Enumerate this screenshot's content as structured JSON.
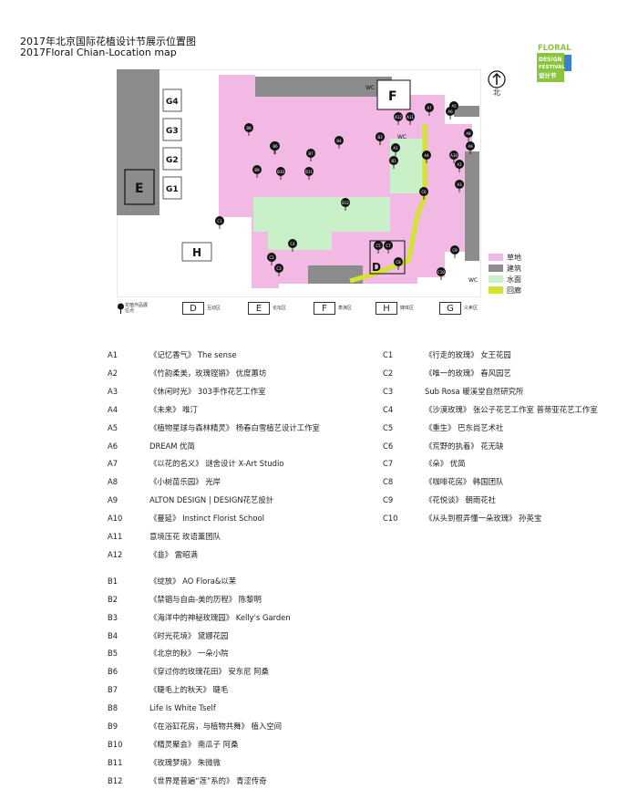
{
  "header": {
    "title_cn": "2017年北京国际花植设计节展示位置图",
    "title_en": "2017Floral Chian-Location map"
  },
  "logo": {
    "lines": [
      "FLORAL",
      "DESIGN",
      "FESTIVAL",
      "设计节"
    ],
    "color": "#8bc53f"
  },
  "north_label": "北",
  "map": {
    "zones": [
      {
        "code": "G4"
      },
      {
        "code": "G3"
      },
      {
        "code": "G2"
      },
      {
        "code": "G1"
      },
      {
        "code": "E"
      },
      {
        "code": "F"
      },
      {
        "code": "H"
      },
      {
        "code": "D"
      },
      {
        "code": "WC"
      },
      {
        "code": "WC"
      },
      {
        "code": "WC"
      }
    ],
    "pins": [
      "A1",
      "A2",
      "A3",
      "A4",
      "A5",
      "A6",
      "A7",
      "A8",
      "A9",
      "A10",
      "A11",
      "A12",
      "B1",
      "B2",
      "B3",
      "B4",
      "B5",
      "B6",
      "B7",
      "B8",
      "B9",
      "B10",
      "B11",
      "B12",
      "C1",
      "C2",
      "C3",
      "C4",
      "C5",
      "C6",
      "C7",
      "C8",
      "C9",
      "C10"
    ],
    "colors": {
      "grass": "#f2b9e4",
      "building": "#8c8c8c",
      "water": "#c9f0c9",
      "corridor": "#d4e32c"
    }
  },
  "map_legend": [
    {
      "label": "草地",
      "color": "#f2b9e4"
    },
    {
      "label": "建筑",
      "color": "#8c8c8c"
    },
    {
      "label": "水面",
      "color": "#c9f0c9"
    },
    {
      "label": "回廊",
      "color": "#d4e32c"
    }
  ],
  "zone_legend": [
    {
      "key": "pin",
      "label": "花植作品展位点"
    },
    {
      "key": "D",
      "label": "互动区"
    },
    {
      "key": "E",
      "label": "论坛区"
    },
    {
      "key": "F",
      "label": "表演区"
    },
    {
      "key": "H",
      "label": "媒体区"
    },
    {
      "key": "G",
      "label": "义卖区"
    }
  ],
  "exhibitors_left": [
    {
      "code": "A1",
      "desc": "《记忆香气》 The sense"
    },
    {
      "code": "A2",
      "desc": "《竹韵柔美，玫瑰铿锵》 优度蕙坊"
    },
    {
      "code": "A3",
      "desc": "《休闲时光》 303手作花艺工作室"
    },
    {
      "code": "A4",
      "desc": "《未来》 唯汀"
    },
    {
      "code": "A5",
      "desc": "《植物星球与森林精灵》 杨春白雪植艺设计工作室"
    },
    {
      "code": "A6",
      "desc": "DREAM   优简"
    },
    {
      "code": "A7",
      "desc": "《以花的名义》   谜舍设计   X-Art Studio"
    },
    {
      "code": "A8",
      "desc": "《小树苗乐园》 光岸"
    },
    {
      "code": "A9",
      "desc": "ALTON DESIGN | DESIGN花艺設計"
    },
    {
      "code": "A10",
      "desc": "《蔓延》  Instinct Florist School"
    },
    {
      "code": "A11",
      "desc": "意境压花   玫语薰团队"
    },
    {
      "code": "A12",
      "desc": "《韭》  雷昭满"
    },
    {
      "code": "B1",
      "desc": "《绽放》 AO Flora&以茉"
    },
    {
      "code": "B2",
      "desc": "《禁锢与自由-美的历程》 陈黎明"
    },
    {
      "code": "B3",
      "desc": "《海洋中的神秘玫瑰园》 Kelly's Garden"
    },
    {
      "code": "B4",
      "desc": "《时光花境》 黛娜花园"
    },
    {
      "code": "B5",
      "desc": "《北京的秋》 一朵小院"
    },
    {
      "code": "B6",
      "desc": "《穿过你的玫瑰花田》 安东尼  阿桑"
    },
    {
      "code": "B7",
      "desc": "《睫毛上的秋天》  睫毛"
    },
    {
      "code": "B8",
      "desc": "Life Is White   Tself"
    },
    {
      "code": "B9",
      "desc": "《在浴缸花房，与植物共舞》    植入空间"
    },
    {
      "code": "B10",
      "desc": "《精灵聚会》  南瓜子  阿桑"
    },
    {
      "code": "B11",
      "desc": "《玫瑰梦境》 朱微微"
    },
    {
      "code": "B12",
      "desc": "《世界是普遍“莲”系的》 青涩传奇"
    }
  ],
  "exhibitors_right": [
    {
      "code": "C1",
      "desc": "《行走的玫瑰》   女王花园"
    },
    {
      "code": "C2",
      "desc": "《唯一的玫瑰》 春风园艺"
    },
    {
      "code": "C3",
      "desc": "Sub Rosa  暖溪堂自然研究所"
    },
    {
      "code": "C4",
      "desc": "《沙漠玫瑰》 张公子花艺工作室  普蒂亚花艺工作室"
    },
    {
      "code": "C5",
      "desc": "《重生》 巴东尚艺术社"
    },
    {
      "code": "C6",
      "desc": "《荒野的执着》 花无缺"
    },
    {
      "code": "C7",
      "desc": "《朵》 优简"
    },
    {
      "code": "C8",
      "desc": "《咖啡花房》 韩国团队"
    },
    {
      "code": "C9",
      "desc": "《花悦谈》 朝雨花社"
    },
    {
      "code": "C10",
      "desc": "《从头到根弄懂一朵玫瑰》  孙英宝"
    }
  ]
}
